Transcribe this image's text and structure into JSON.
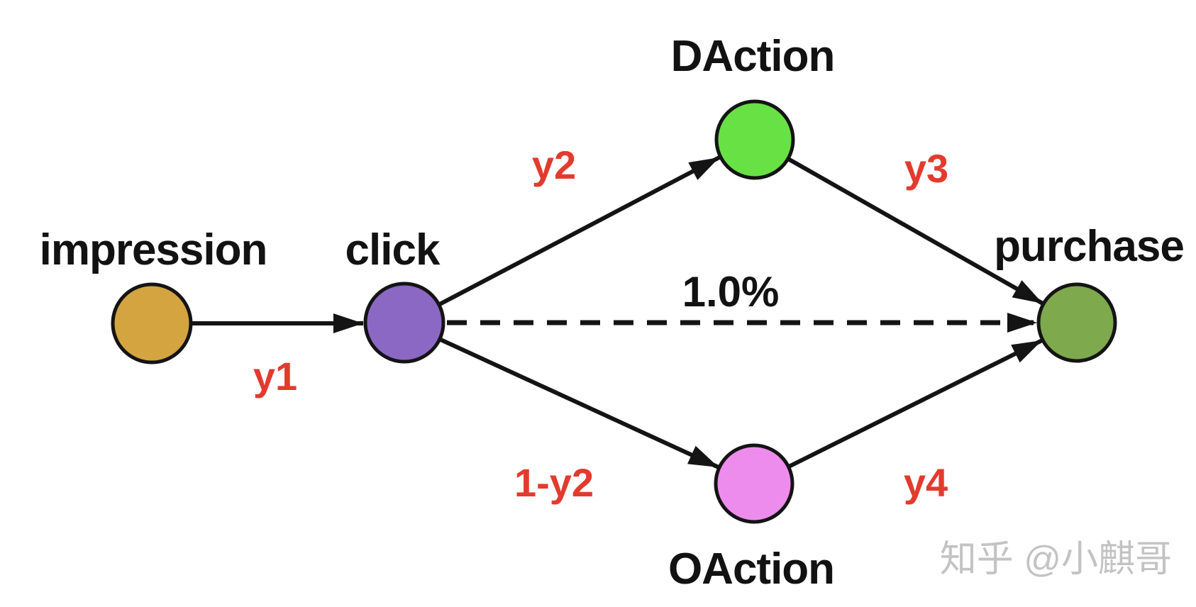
{
  "diagram": {
    "nodes": [
      {
        "id": "impression",
        "label": "impression",
        "color": "#d3a440"
      },
      {
        "id": "click",
        "label": "click",
        "color": "#8a68c4"
      },
      {
        "id": "DAction",
        "label": "DAction",
        "color": "#68e144"
      },
      {
        "id": "OAction",
        "label": "OAction",
        "color": "#ee8cee"
      },
      {
        "id": "purchase",
        "label": "purchase",
        "color": "#7ea94d"
      }
    ],
    "edges": [
      {
        "from": "impression",
        "to": "click",
        "label": "y1",
        "style": "solid"
      },
      {
        "from": "click",
        "to": "DAction",
        "label": "y2",
        "style": "solid"
      },
      {
        "from": "click",
        "to": "OAction",
        "label": "1-y2",
        "style": "solid"
      },
      {
        "from": "DAction",
        "to": "purchase",
        "label": "y3",
        "style": "solid"
      },
      {
        "from": "OAction",
        "to": "purchase",
        "label": "y4",
        "style": "solid"
      },
      {
        "from": "click",
        "to": "purchase",
        "label": "1.0%",
        "style": "dashed"
      }
    ],
    "colors": {
      "edge_label": "#e23b2e",
      "rate_label": "#121212",
      "stroke": "#141414"
    }
  },
  "watermark": {
    "text": "知乎 @小麒哥",
    "color": "#c3c3c3"
  }
}
